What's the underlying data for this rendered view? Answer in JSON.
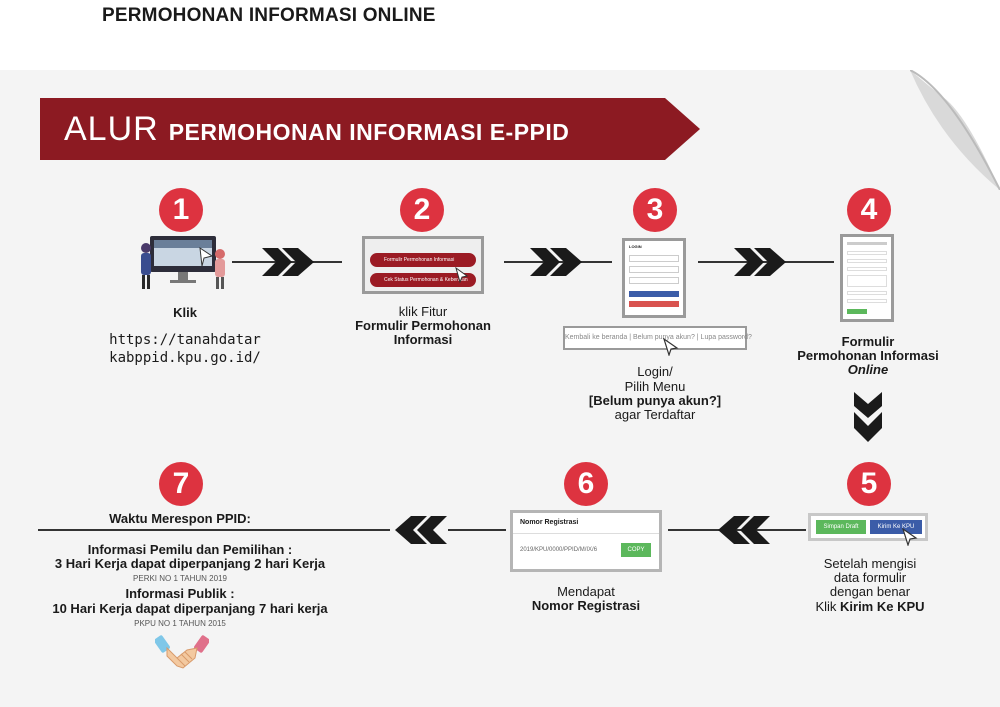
{
  "page_title": "PERMOHONAN INFORMASI ONLINE",
  "banner": {
    "lead": "ALUR",
    "title": "PERMOHONAN INFORMASI E-PPID"
  },
  "steps": {
    "s1": {
      "num": "1",
      "line1": "Klik",
      "line2": "https://tanahdatar",
      "line3": "kabppid.kpu.go.id/"
    },
    "s2": {
      "num": "2",
      "line1": "klik Fitur",
      "line2": "Formulir Permohonan",
      "line3": "Informasi",
      "menu1": "Formulir Permohonan Informasi",
      "menu2": "Cek Status Permohonan & Keberatan"
    },
    "s3": {
      "num": "3",
      "line1": "Login/",
      "line2": "Pilih Menu",
      "line3": "[Belum punya akun?]",
      "line4": "agar Terdaftar",
      "bar_text": "Kembali ke beranda | Belum punya akun? | Lupa password?",
      "login_label": "LOGIN"
    },
    "s4": {
      "num": "4",
      "line1": "Formulir",
      "line2": "Permohonan Informasi",
      "line3": "Online"
    },
    "s5": {
      "num": "5",
      "line1": "Setelah mengisi",
      "line2": "data formulir",
      "line3": "dengan benar",
      "line4_pre": "Klik ",
      "line4_bold": "Kirim Ke KPU",
      "btn_draft": "Simpan Draft",
      "btn_send": "Kirim Ke KPU"
    },
    "s6": {
      "num": "6",
      "line1": "Mendapat",
      "line2": "Nomor Registrasi",
      "card_title": "Nomor Registrasi",
      "reg_value": "2019/KPU/0000/PPID/M/IX/6",
      "copy_label": "COPY"
    },
    "s7": {
      "num": "7",
      "heading": "Waktu Merespon PPID:",
      "pemilu_title": "Informasi Pemilu dan Pemilihan :",
      "pemilu_detail": "3 Hari Kerja dapat diperpanjang 2 hari Kerja",
      "pemilu_ref": "PERKI NO 1 TAHUN 2019",
      "publik_title": "Informasi Publik :",
      "publik_detail": "10 Hari Kerja dapat diperpanjang 7 hari kerja",
      "publik_ref": "PKPU NO 1 TAHUN 2015"
    }
  },
  "colors": {
    "banner": "#8c1a22",
    "badge": "#dd3340",
    "arrow": "#1a1a1a",
    "copy": "#5cb85c",
    "send": "#3b5ca8"
  }
}
